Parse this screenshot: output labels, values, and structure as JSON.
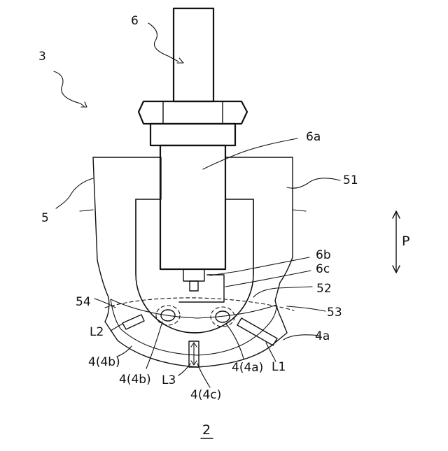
{
  "figure": {
    "figure_number": "2",
    "labels": {
      "assembly": "3",
      "rod": "6",
      "rod_body": "6a",
      "holder": "5",
      "holder_block": "51",
      "pin": "6b",
      "bracket": "6c",
      "cavity": "52",
      "edge_left": "54",
      "edge_right": "53",
      "length_left": "L2",
      "length_bottom": "L3",
      "length_right": "L1",
      "hole_left_outer": "4(4b)",
      "hole_left_inner": "4(4b)",
      "hole_right_outer": "4a",
      "hole_right_inner": "4(4a)",
      "hole_bottom": "4(4c)",
      "direction": "P"
    }
  }
}
